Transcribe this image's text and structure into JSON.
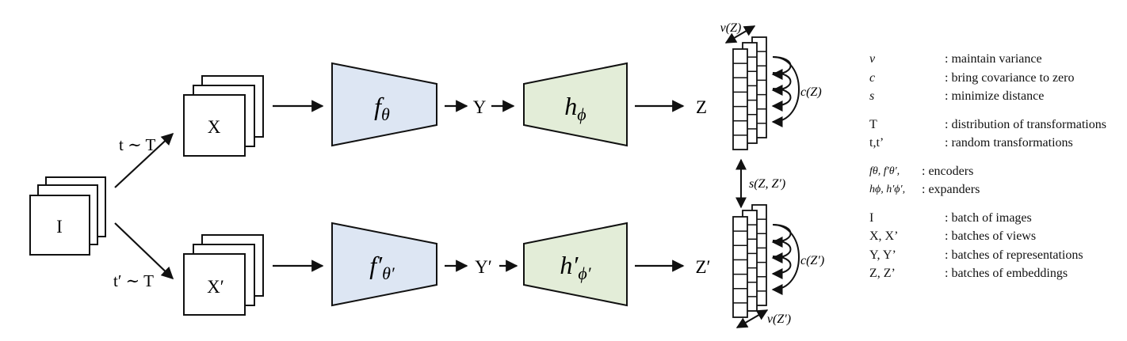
{
  "diagram": {
    "nodes": {
      "input": "I",
      "view_x": "X",
      "view_x_prime": "X′",
      "encoder_top": "fθ",
      "encoder_bottom": "f′θ′",
      "rep_top": "Y",
      "rep_bottom": "Y′",
      "expander_top": "hϕ",
      "expander_bottom": "h′ϕ′",
      "emb_top": "Z",
      "emb_bottom": "Z′"
    },
    "edge_labels": {
      "transform_top": "t ∼ T",
      "transform_bottom": "t′ ∼ T",
      "variance_top": "v(Z)",
      "variance_bottom": "v(Z′)",
      "covariance_top": "c(Z)",
      "covariance_bottom": "c(Z′)",
      "similarity": "s(Z, Z′)"
    },
    "colors": {
      "encoder_fill": "#dde6f3",
      "expander_fill": "#e3edd8",
      "stroke": "#222222"
    }
  },
  "legend": [
    {
      "symbol": "v",
      "desc": ": maintain  variance"
    },
    {
      "symbol": "c",
      "desc": ": bring covariance to zero"
    },
    {
      "symbol": "s",
      "desc": ": minimize distance"
    },
    {
      "symbol": "T",
      "desc": ": distribution of transformations"
    },
    {
      "symbol": "t,t’",
      "desc": ": random transformations"
    },
    {
      "symbol": "fθ, f′θ′,",
      "desc": ": encoders"
    },
    {
      "symbol": "hϕ, h′ϕ′,",
      "desc": ": expanders"
    },
    {
      "symbol": "I",
      "desc": ": batch of images"
    },
    {
      "symbol": "X, X’",
      "desc": ": batches of views"
    },
    {
      "symbol": "Y, Y’",
      "desc": ": batches of representations"
    },
    {
      "symbol": "Z, Z’",
      "desc": ": batches of embeddings"
    }
  ]
}
